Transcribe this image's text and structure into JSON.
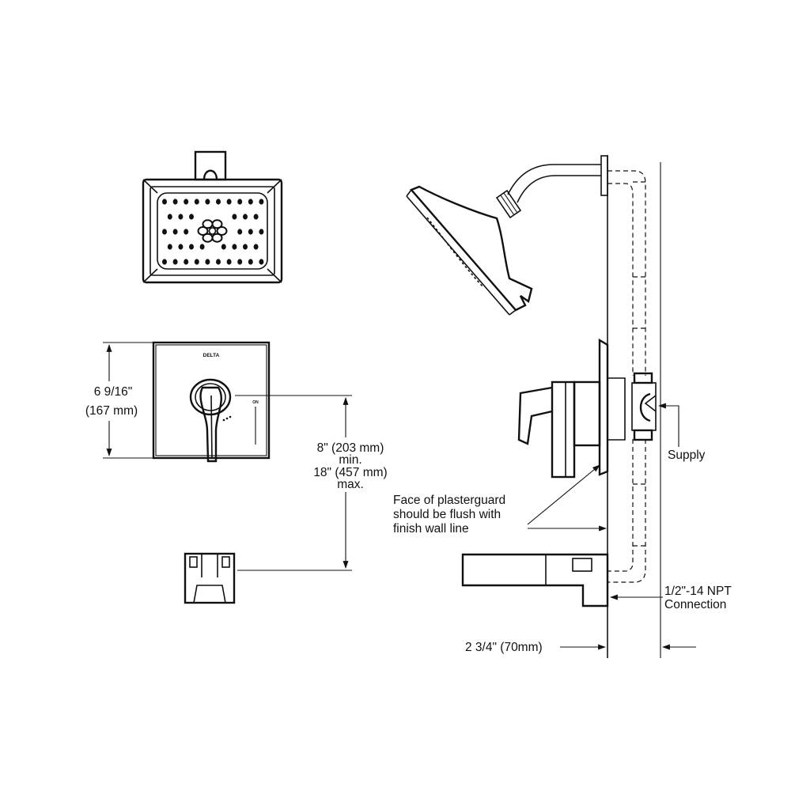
{
  "labels": {
    "valve_height_in": "6 9/16\"",
    "valve_height_mm": "(167 mm)",
    "spacing_min_line1": "8\" (203 mm)",
    "spacing_min_line2": "min.",
    "spacing_max_line1": "18\" (457 mm)",
    "spacing_max_line2": "max.",
    "supply": "Supply",
    "plasterguard_line1": "Face of plasterguard",
    "plasterguard_line2": "should be flush with",
    "plasterguard_line3": "finish wall line",
    "npt_line1": "1/2\"-14 NPT",
    "npt_line2": "Connection",
    "depth": "2 3/4\" (70mm)"
  },
  "trim_plate": {
    "brand": "DELTA",
    "on_marking": "ON"
  }
}
